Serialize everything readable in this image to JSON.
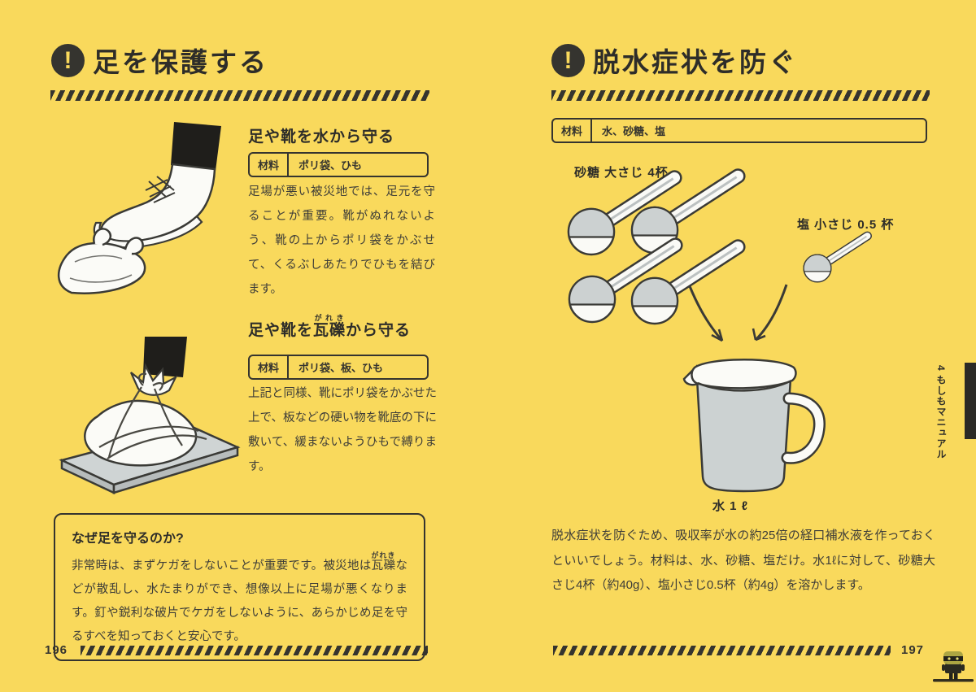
{
  "colors": {
    "background": "#F9D95C",
    "ink": "#35342F"
  },
  "left_page": {
    "page_number": "196",
    "title_icon": "!",
    "title": "足を保護する",
    "sections": [
      {
        "heading": "足や靴を水から守る",
        "materials_label": "材料",
        "materials": "ポリ袋、ひも",
        "body": "足場が悪い被災地では、足元を守ることが重要。靴がぬれないよう、靴の上からポリ袋をかぶせて、くるぶしあたりでひもを結びます。"
      },
      {
        "heading_pre": "足や靴を",
        "heading_ruby_base": "瓦礫",
        "heading_ruby_text": "がれき",
        "heading_post": "から守る",
        "materials_label": "材料",
        "materials": "ポリ袋、板、ひも",
        "body": "上記と同様、靴にポリ袋をかぶせた上で、板などの硬い物を靴底の下に敷いて、緩まないようひもで縛ります。"
      }
    ],
    "why_box": {
      "title": "なぜ足を守るのか?",
      "body_pre": "非常時は、まずケガをしないことが重要です。被災地は",
      "ruby_base": "瓦礫",
      "ruby_text": "がれき",
      "body_post": "などが散乱し、水たまりができ、想像以上に足場が悪くなります。釘や鋭利な破片でケガをしないように、あらかじめ足を守るすべを知っておくと安心です。"
    }
  },
  "right_page": {
    "page_number": "197",
    "title_icon": "!",
    "title": "脱水症状を防ぐ",
    "materials_label": "材料",
    "materials": "水、砂糖、塩",
    "labels": {
      "sugar": "砂糖 大さじ 4杯",
      "salt": "塩 小さじ 0.5 杯",
      "water": "水 1 ℓ"
    },
    "body": "脱水症状を防ぐため、吸収率が水の約25倍の経口補水液を作っておくといいでしょう。材料は、水、砂糖、塩だけ。水1ℓに対して、砂糖大さじ4杯（約40g）、塩小さじ0.5杯（約4g）を溶かします。"
  },
  "side_tab": {
    "label": "4 もしもマニュアル"
  }
}
